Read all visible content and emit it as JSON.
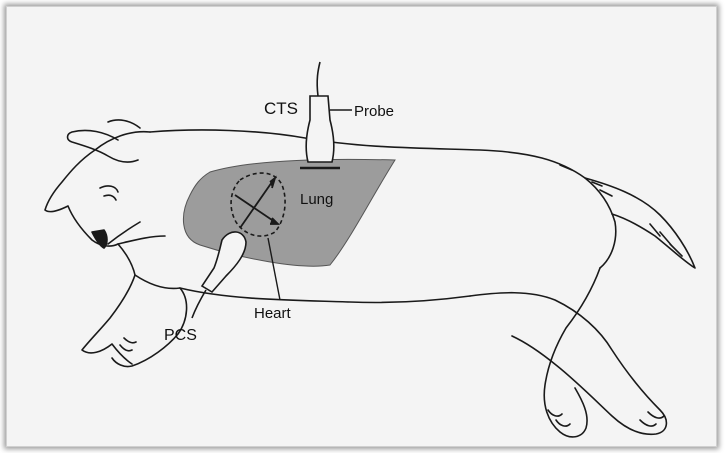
{
  "labels": {
    "cts": "CTS",
    "probe": "Probe",
    "lung": "Lung",
    "pcs": "PCS",
    "heart": "Heart"
  },
  "colors": {
    "lung_fill": "#9c9c9c",
    "line": "#1a1a1a",
    "background": "#f4f4f4"
  }
}
